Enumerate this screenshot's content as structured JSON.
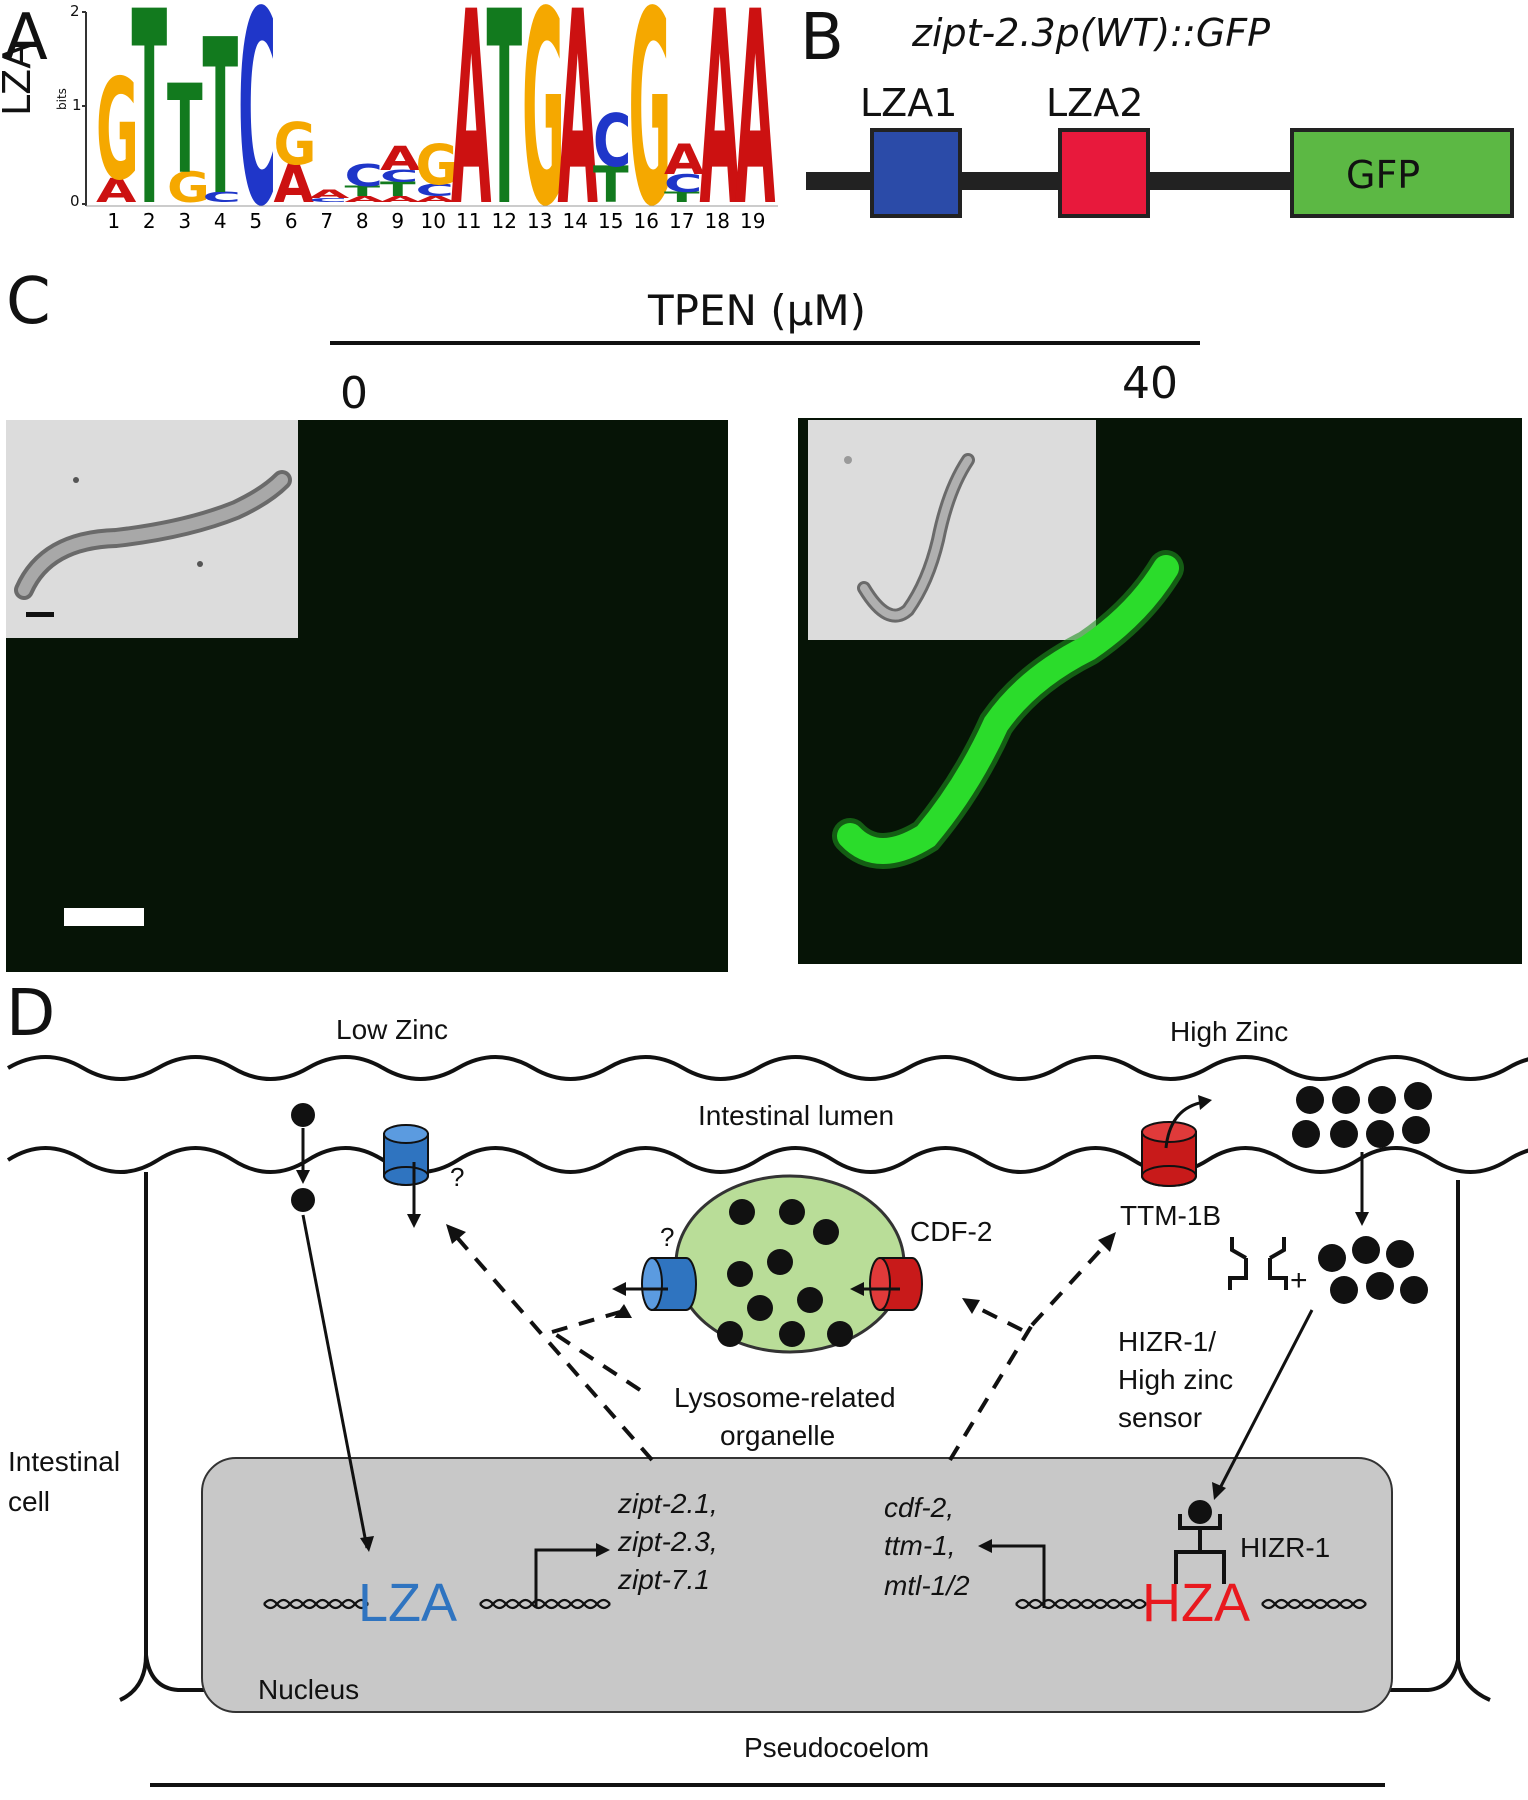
{
  "panels": {
    "a": "A",
    "b": "B",
    "c": "C",
    "d": "D"
  },
  "logo": {
    "ylabel": "LZA",
    "axis_unit": "bits",
    "y_ticks": [
      "2",
      "1",
      "0"
    ],
    "positions": [
      "1",
      "2",
      "3",
      "4",
      "5",
      "6",
      "7",
      "8",
      "9",
      "10",
      "11",
      "12",
      "13",
      "14",
      "15",
      "16",
      "17",
      "18",
      "19"
    ]
  },
  "construct": {
    "title": "zipt-2.3p(WT)::GFP",
    "element1": "LZA1",
    "element2": "LZA2",
    "reporter": "GFP"
  },
  "treatment": {
    "title": "TPEN (μM)",
    "dose_low": "0",
    "dose_high": "40"
  },
  "model": {
    "low_zinc": "Low Zinc",
    "high_zinc": "High Zinc",
    "lumen": "Intestinal lumen",
    "unknown1": "?",
    "unknown2": "?",
    "cdf2": "CDF-2",
    "ttm1b": "TTM-1B",
    "organelle_line1": "Lysosome-related",
    "organelle_line2": "organelle",
    "plus": "+",
    "sensor_line1": "HIZR-1/",
    "sensor_line2": "High zinc",
    "sensor_line3": "sensor",
    "cell_line1": "Intestinal",
    "cell_line2": "cell",
    "lza": "LZA",
    "hza": "HZA",
    "hizr1": "HIZR-1",
    "low_genes": [
      "zipt-2.1,",
      "zipt-2.3,",
      "zipt-7.1"
    ],
    "high_genes": [
      "cdf-2,",
      "ttm-1,",
      "mtl-1/2"
    ],
    "nucleus": "Nucleus",
    "pseudocoelom": "Pseudocoelom"
  },
  "colors": {
    "A": "#cc1111",
    "C": "#1f36c9",
    "G": "#f5a800",
    "T": "#127a1e",
    "lza1_box": "#2b4ba8",
    "lza2_box": "#e8193c",
    "gfp_box": "#5cb844",
    "fluorescence": "#2bdc2b",
    "transporter_blue": "#2f74c0",
    "transporter_red": "#c81a1a",
    "organelle": "#b9dd98",
    "nucleus_fill": "#c8c8c8"
  }
}
